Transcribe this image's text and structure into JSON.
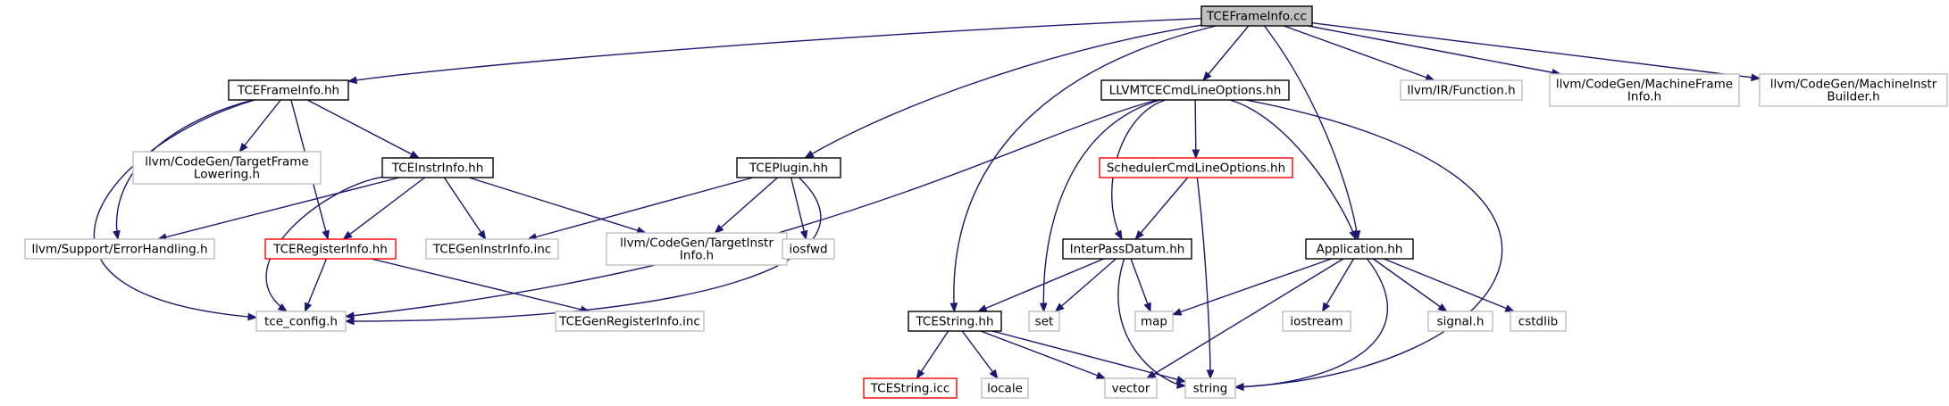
{
  "graph": {
    "nodes": [
      {
        "id": "tceframeinfo-cc",
        "lines": [
          "TCEFrameInfo.cc"
        ],
        "style": "root"
      },
      {
        "id": "tceframeinfo-hh",
        "lines": [
          "TCEFrameInfo.hh"
        ],
        "style": "local"
      },
      {
        "id": "llvmtcecmdlineoptions-hh",
        "lines": [
          "LLVMTCECmdLineOptions.hh"
        ],
        "style": "local"
      },
      {
        "id": "llvm-ir-function-h",
        "lines": [
          "llvm/IR/Function.h"
        ],
        "style": "system"
      },
      {
        "id": "llvm-codegen-machineframeinfo-h",
        "lines": [
          "llvm/CodeGen/MachineFrame",
          "Info.h"
        ],
        "style": "system"
      },
      {
        "id": "llvm-codegen-machineinstrbuilder-h",
        "lines": [
          "llvm/CodeGen/MachineInstr",
          "Builder.h"
        ],
        "style": "system"
      },
      {
        "id": "llvm-codegen-targetframelowering-h",
        "lines": [
          "llvm/CodeGen/TargetFrame",
          "Lowering.h"
        ],
        "style": "system"
      },
      {
        "id": "tceinstrinfo-hh",
        "lines": [
          "TCEInstrInfo.hh"
        ],
        "style": "local"
      },
      {
        "id": "tceplugin-hh",
        "lines": [
          "TCEPlugin.hh"
        ],
        "style": "local"
      },
      {
        "id": "schedulercmdlineoptions-hh",
        "lines": [
          "SchedulerCmdLineOptions.hh"
        ],
        "style": "truncated"
      },
      {
        "id": "llvm-support-errorhandling-h",
        "lines": [
          "llvm/Support/ErrorHandling.h"
        ],
        "style": "system"
      },
      {
        "id": "tceregisterinfo-hh",
        "lines": [
          "TCERegisterInfo.hh"
        ],
        "style": "truncated"
      },
      {
        "id": "tcegeninstrinfo-inc",
        "lines": [
          "TCEGenInstrInfo.inc"
        ],
        "style": "system"
      },
      {
        "id": "llvm-codegen-targetinstrinfo-h",
        "lines": [
          "llvm/CodeGen/TargetInstr",
          "Info.h"
        ],
        "style": "system"
      },
      {
        "id": "iosfwd",
        "lines": [
          "iosfwd"
        ],
        "style": "system"
      },
      {
        "id": "interpassdatum-hh",
        "lines": [
          "InterPassDatum.hh"
        ],
        "style": "local"
      },
      {
        "id": "application-hh",
        "lines": [
          "Application.hh"
        ],
        "style": "local"
      },
      {
        "id": "tce-config-h",
        "lines": [
          "tce_config.h"
        ],
        "style": "system"
      },
      {
        "id": "tcegenregisterinfo-inc",
        "lines": [
          "TCEGenRegisterInfo.inc"
        ],
        "style": "system"
      },
      {
        "id": "tcestring-hh",
        "lines": [
          "TCEString.hh"
        ],
        "style": "local"
      },
      {
        "id": "set",
        "lines": [
          "set"
        ],
        "style": "system"
      },
      {
        "id": "map",
        "lines": [
          "map"
        ],
        "style": "system"
      },
      {
        "id": "iostream",
        "lines": [
          "iostream"
        ],
        "style": "system"
      },
      {
        "id": "signal-h",
        "lines": [
          "signal.h"
        ],
        "style": "system"
      },
      {
        "id": "cstdlib",
        "lines": [
          "cstdlib"
        ],
        "style": "system"
      },
      {
        "id": "tcestring-icc",
        "lines": [
          "TCEString.icc"
        ],
        "style": "truncated"
      },
      {
        "id": "locale",
        "lines": [
          "locale"
        ],
        "style": "system"
      },
      {
        "id": "vector",
        "lines": [
          "vector"
        ],
        "style": "system"
      },
      {
        "id": "string",
        "lines": [
          "string"
        ],
        "style": "system"
      }
    ],
    "edges": [
      [
        "tceframeinfo-cc",
        "tceframeinfo-hh"
      ],
      [
        "tceframeinfo-cc",
        "tceplugin-hh"
      ],
      [
        "tceframeinfo-cc",
        "tcestring-hh"
      ],
      [
        "tceframeinfo-cc",
        "llvmtcecmdlineoptions-hh"
      ],
      [
        "tceframeinfo-cc",
        "application-hh"
      ],
      [
        "tceframeinfo-cc",
        "llvm-ir-function-h"
      ],
      [
        "tceframeinfo-cc",
        "llvm-codegen-machineframeinfo-h"
      ],
      [
        "tceframeinfo-cc",
        "llvm-codegen-machineinstrbuilder-h"
      ],
      [
        "tceframeinfo-hh",
        "tce-config-h"
      ],
      [
        "tceframeinfo-hh",
        "llvm-support-errorhandling-h"
      ],
      [
        "tceframeinfo-hh",
        "llvm-codegen-targetframelowering-h"
      ],
      [
        "tceframeinfo-hh",
        "tceinstrinfo-hh"
      ],
      [
        "tceframeinfo-hh",
        "tceregisterinfo-hh"
      ],
      [
        "tceinstrinfo-hh",
        "llvm-support-errorhandling-h"
      ],
      [
        "tceinstrinfo-hh",
        "tceregisterinfo-hh"
      ],
      [
        "tceinstrinfo-hh",
        "tcegeninstrinfo-inc"
      ],
      [
        "tceinstrinfo-hh",
        "llvm-codegen-targetinstrinfo-h"
      ],
      [
        "tceinstrinfo-hh",
        "tce-config-h"
      ],
      [
        "tceregisterinfo-hh",
        "tce-config-h"
      ],
      [
        "tceregisterinfo-hh",
        "tcegenregisterinfo-inc"
      ],
      [
        "tceplugin-hh",
        "tcegeninstrinfo-inc"
      ],
      [
        "tceplugin-hh",
        "llvm-codegen-targetinstrinfo-h"
      ],
      [
        "tceplugin-hh",
        "iosfwd"
      ],
      [
        "tceplugin-hh",
        "tce-config-h"
      ],
      [
        "llvmtcecmdlineoptions-hh",
        "tce-config-h"
      ],
      [
        "llvmtcecmdlineoptions-hh",
        "set"
      ],
      [
        "llvmtcecmdlineoptions-hh",
        "interpassdatum-hh"
      ],
      [
        "llvmtcecmdlineoptions-hh",
        "schedulercmdlineoptions-hh"
      ],
      [
        "llvmtcecmdlineoptions-hh",
        "application-hh"
      ],
      [
        "llvmtcecmdlineoptions-hh",
        "string"
      ],
      [
        "schedulercmdlineoptions-hh",
        "interpassdatum-hh"
      ],
      [
        "schedulercmdlineoptions-hh",
        "string"
      ],
      [
        "interpassdatum-hh",
        "tcestring-hh"
      ],
      [
        "interpassdatum-hh",
        "set"
      ],
      [
        "interpassdatum-hh",
        "map"
      ],
      [
        "interpassdatum-hh",
        "string"
      ],
      [
        "application-hh",
        "map"
      ],
      [
        "application-hh",
        "iostream"
      ],
      [
        "application-hh",
        "signal-h"
      ],
      [
        "application-hh",
        "cstdlib"
      ],
      [
        "application-hh",
        "vector"
      ],
      [
        "application-hh",
        "string"
      ],
      [
        "tcestring-hh",
        "tcestring-icc"
      ],
      [
        "tcestring-hh",
        "locale"
      ],
      [
        "tcestring-hh",
        "vector"
      ],
      [
        "tcestring-hh",
        "string"
      ]
    ],
    "colors": {
      "edge": "#191970",
      "root_fill": "#bfbfbf",
      "local_stroke": "#000000",
      "system_stroke": "#bfbfbf",
      "truncated_stroke": "#ff0000",
      "background": "#ffffff"
    }
  }
}
